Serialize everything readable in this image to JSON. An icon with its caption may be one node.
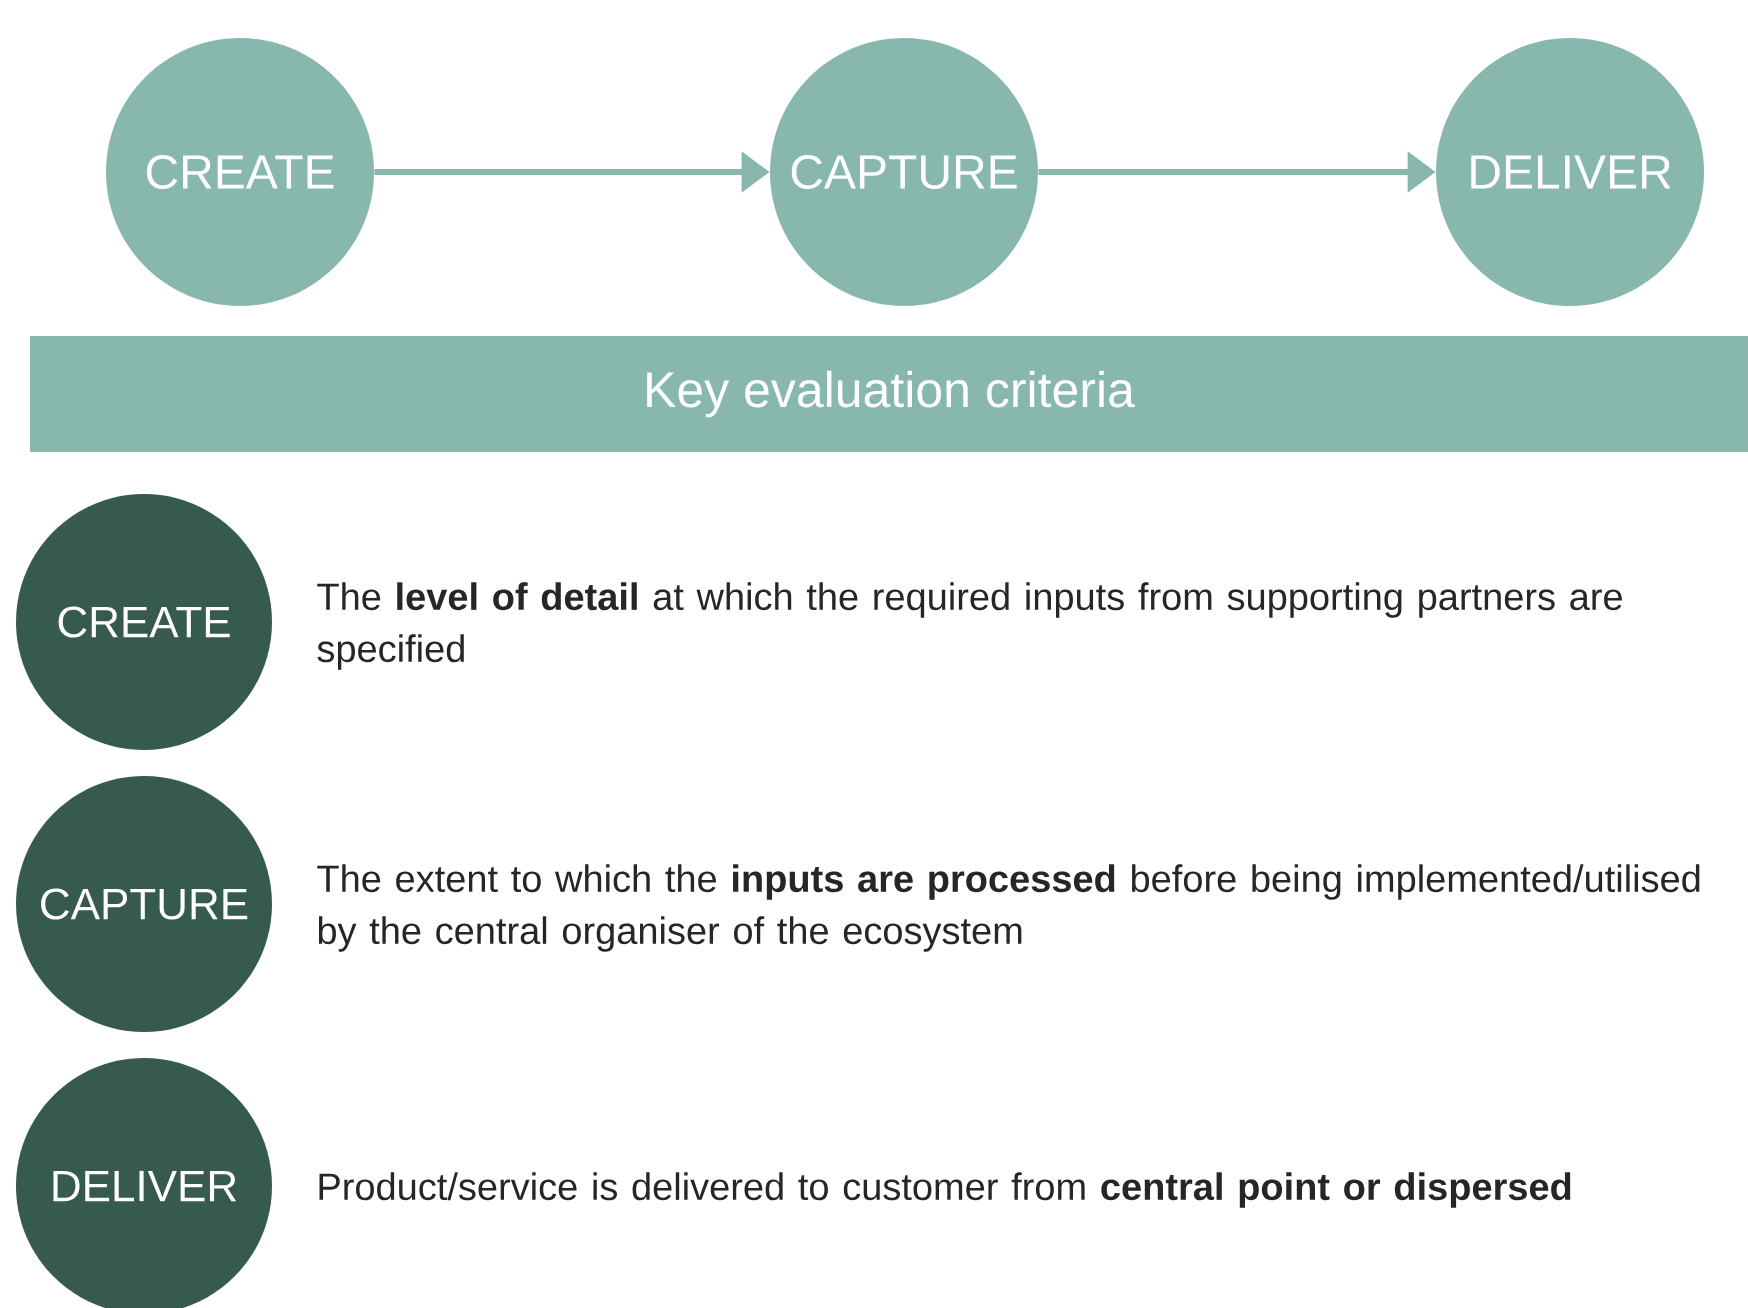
{
  "diagram": {
    "nodes": [
      {
        "text": [
          "CREATE"
        ]
      },
      {
        "text": [
          "CAPTURE"
        ]
      },
      {
        "text": [
          "DELIVER"
        ]
      },
      {
        "text": [
          "Key evaluation criteria"
        ]
      },
      {
        "text": [
          "CREATE"
        ],
        "beside": [
          "The **level of detail** at which the required inputs from supporting partners are specified"
        ]
      },
      {
        "text": [
          "CAPTURE"
        ],
        "beside": [
          "The extent to which the **inputs are processed** before being implemented/utilised by the central organiser of the ecosystem"
        ]
      },
      {
        "text": [
          "DELIVER"
        ],
        "beside": [
          "Product/service is delivered to customer from **central point or dispersed**"
        ]
      }
    ],
    "edges": [
      {
        "from": 0,
        "to": 1,
        "arrow": "to"
      },
      {
        "from": 1,
        "to": 2,
        "arrow": "to"
      }
    ]
  }
}
